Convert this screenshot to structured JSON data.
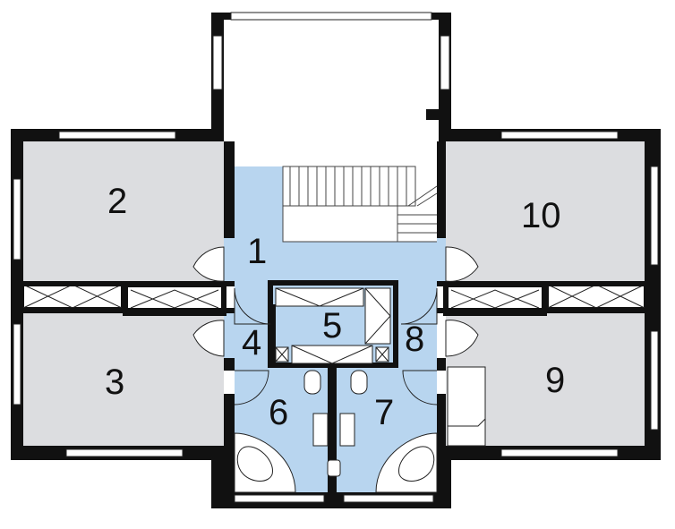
{
  "floor_plan": {
    "colors": {
      "wall": "#111111",
      "room_grey": "#dcdde0",
      "room_blue": "#b8d5ef",
      "line": "#222222",
      "window": "#ffffff",
      "background": "#ffffff"
    },
    "rooms": [
      {
        "id": "1",
        "label": "1"
      },
      {
        "id": "2",
        "label": "2"
      },
      {
        "id": "3",
        "label": "3"
      },
      {
        "id": "4",
        "label": "4"
      },
      {
        "id": "5",
        "label": "5"
      },
      {
        "id": "6",
        "label": "6"
      },
      {
        "id": "7",
        "label": "7"
      },
      {
        "id": "8",
        "label": "8"
      },
      {
        "id": "9",
        "label": "9"
      },
      {
        "id": "10",
        "label": "10"
      }
    ]
  }
}
